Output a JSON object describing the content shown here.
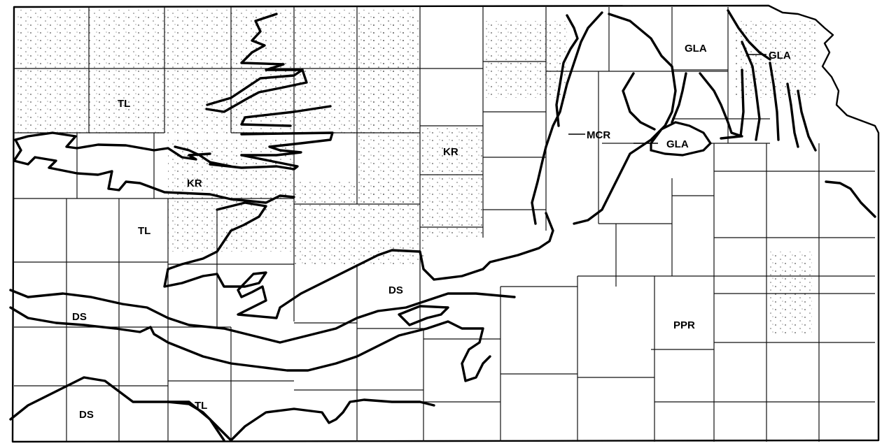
{
  "map": {
    "labels": {
      "tl_north": "TL",
      "kr_west": "KR",
      "kr_central": "KR",
      "tl_mid": "TL",
      "ds_central": "DS",
      "ds_west": "DS",
      "ds_southwest": "DS",
      "tl_south": "TL",
      "mcr": "MCR",
      "gla_east": "GLA",
      "gla_northeast": "GLA",
      "gla_mid": "GLA",
      "ppr": "PPR"
    },
    "colors": {
      "line": "#000000",
      "background": "#ffffff",
      "stipple": "#555555"
    }
  }
}
